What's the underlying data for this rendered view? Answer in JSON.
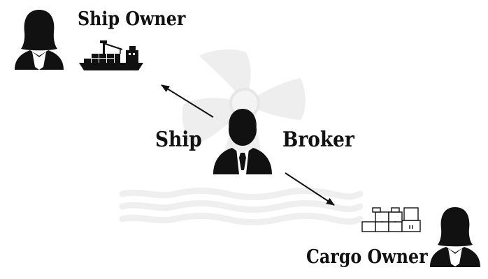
{
  "labels": {
    "ship_owner": "Ship Owner",
    "ship": "Ship",
    "broker": "Broker",
    "cargo_owner": "Cargo Owner"
  },
  "icons": {
    "ship_owner": "female-person-icon",
    "vessel": "cargo-ship-icon",
    "broker": "businessman-icon",
    "cargo": "cargo-boxes-icon",
    "cargo_owner": "female-person-icon",
    "watermark": "ship-propeller-icon"
  },
  "colors": {
    "figure": "#111111",
    "watermark": "#ededed",
    "background": "#ffffff"
  }
}
